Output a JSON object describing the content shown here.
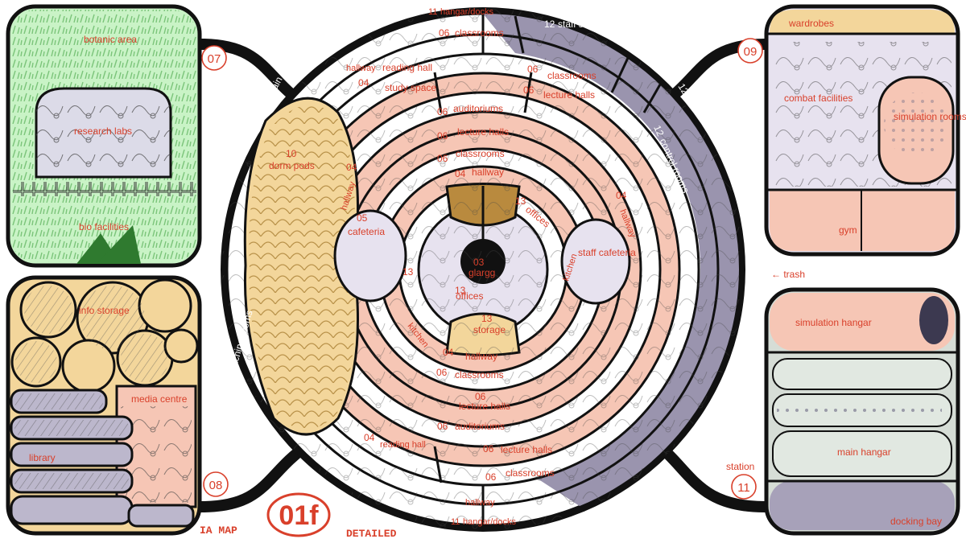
{
  "title": {
    "code": "01f",
    "left": "IA MAP",
    "right": "DETAILED"
  },
  "panels": {
    "p07": {
      "number": "07",
      "labels": [
        "botanic area",
        "research labs",
        "bio facilities"
      ]
    },
    "p08": {
      "number": "08",
      "labels": [
        "info storage",
        "media centre",
        "library"
      ]
    },
    "p09": {
      "number": "09",
      "labels": [
        "wardrobes",
        "combat facilities",
        "simulation rooms",
        "gym"
      ]
    },
    "p11": {
      "number": "11",
      "labels": [
        "simulation hangar",
        "main hangar",
        "docking bay"
      ],
      "station": "station"
    }
  },
  "trash": "← trash",
  "ring": {
    "top": [
      {
        "num": "11",
        "label": "hangar/docks"
      },
      {
        "num": "06",
        "label": "classrooms"
      },
      {
        "num": "12",
        "label": "staff ship entry"
      },
      {
        "num": "",
        "label": "hallway"
      },
      {
        "num": "",
        "label": "reading hall"
      },
      {
        "num": "06",
        "label": "classrooms"
      },
      {
        "num": "04",
        "label": "study space"
      },
      {
        "num": "06",
        "label": "lecture halls"
      },
      {
        "num": "06",
        "label": "auditoriums"
      },
      {
        "num": "06",
        "label": "lecture halls"
      },
      {
        "num": "06",
        "label": "classrooms"
      },
      {
        "num": "04",
        "label": "hallway"
      }
    ],
    "bottom": [
      {
        "num": "04",
        "label": "hallway"
      },
      {
        "num": "06",
        "label": "classrooms"
      },
      {
        "num": "06",
        "label": "lecture halls"
      },
      {
        "num": "06",
        "label": "auditoriums"
      },
      {
        "num": "04",
        "label": "reading hall"
      },
      {
        "num": "06",
        "label": "lecture halls"
      },
      {
        "num": "06",
        "label": "classrooms"
      },
      {
        "num": "",
        "label": "hallway"
      },
      {
        "num": "11",
        "label": "hangar/docks"
      }
    ],
    "left": [
      {
        "num": "12",
        "label": "AIIA brain"
      },
      {
        "num": "10",
        "label": "dorm pods"
      },
      {
        "num": "04",
        "label": "hallway"
      },
      {
        "num": "05",
        "label": "cafeteria"
      },
      {
        "num": "13",
        "label": ""
      },
      {
        "num": "",
        "label": "motor / machine rooms"
      },
      {
        "num": "",
        "label": "kitchen"
      }
    ],
    "right": [
      {
        "num": "12",
        "label": "control rooms"
      },
      {
        "num": "12",
        "label": "control rooms"
      },
      {
        "num": "04",
        "label": "hallway"
      },
      {
        "num": "",
        "label": "staff cafeteria"
      },
      {
        "num": "",
        "label": "kitchen"
      }
    ],
    "core": [
      {
        "num": "13",
        "label": "offices"
      },
      {
        "num": "13",
        "label": "offices"
      },
      {
        "num": "13",
        "label": "storage"
      },
      {
        "num": "03",
        "label": "glargg"
      }
    ]
  },
  "colors": {
    "outline": "#111111",
    "salmon": "#f6c6b5",
    "lavender": "#9a94ae",
    "lavender_light": "#e7e2ef",
    "tan": "#f3d69b",
    "green": "#c9f3c6",
    "accent": "#d9402b"
  }
}
